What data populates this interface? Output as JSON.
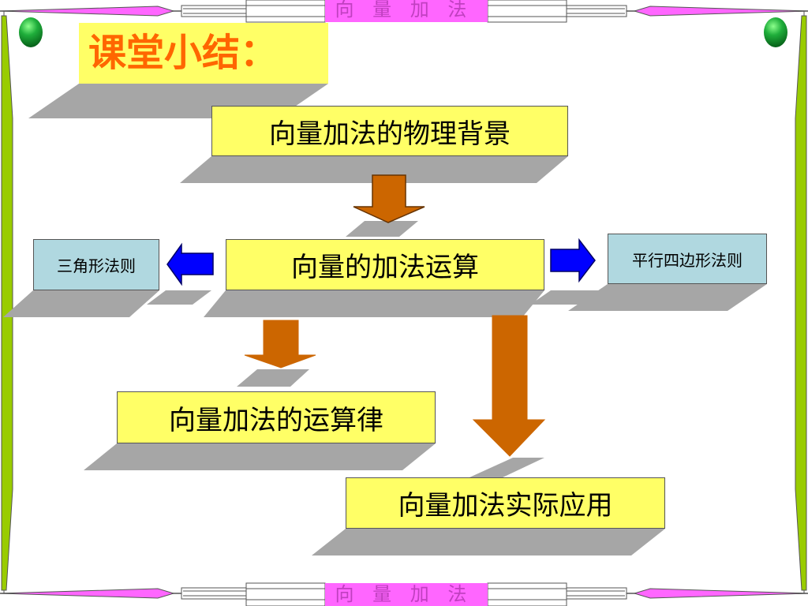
{
  "slide": {
    "banner_top": "向 量 加 法",
    "banner_bottom": "向 量 加 法",
    "title": "课堂小结："
  },
  "diagram": {
    "physics_background": "向量加法的物理背景",
    "addition_operation": "向量的加法运算",
    "triangle_rule": "三角形法则",
    "parallelogram_rule": "平行四边形法则",
    "operation_laws": "向量加法的运算律",
    "practical_application": "向量加法实际应用"
  },
  "colors": {
    "node_fill": "#ffff66",
    "rule_fill": "#b0d8e0",
    "title_text": "#ff6600",
    "arrow_orange": "#cc6600",
    "arrow_blue": "#0000ff",
    "shadow": "#a6a6a6",
    "frame_green": "#99cc00",
    "banner_pink": "#ff66ff"
  }
}
